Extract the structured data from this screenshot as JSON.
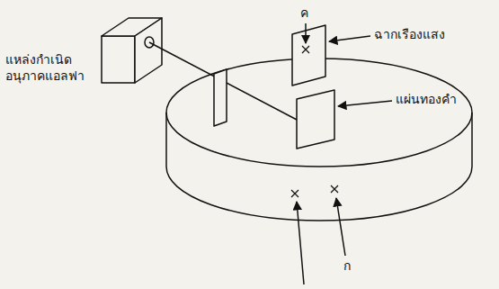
{
  "diagram": {
    "labels": [
      "ค",
      "ฉากเรืองแสง",
      "แหล่งกำเนิด อนุภาคแอลฟา",
      "แผ่นทองคำ",
      "ก"
    ]
  }
}
